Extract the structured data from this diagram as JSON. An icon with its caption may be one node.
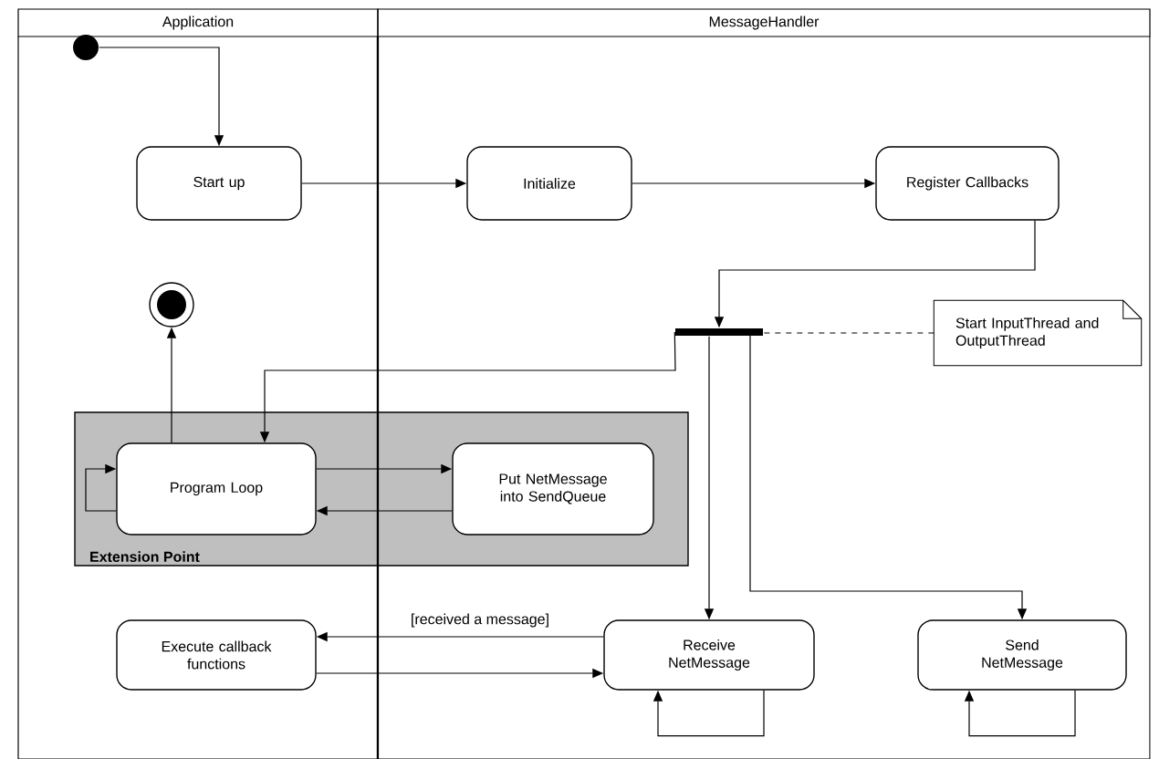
{
  "diagram": {
    "nodes": [
      {
        "text": [
          "Application"
        ]
      },
      {
        "text": [
          "MessageHandler"
        ]
      },
      {
        "text": [],
        "shape": "circle"
      },
      {
        "text": [
          "Start up"
        ]
      },
      {
        "text": [
          "Initialize"
        ]
      },
      {
        "text": [
          "Register Callbacks"
        ]
      },
      {
        "text": [],
        "shape": "circle"
      },
      {
        "text": [],
        "shape": "bar"
      },
      {
        "text": [
          "Start InputThread and OutputThread"
        ]
      },
      {
        "text": [
          "Extension Point"
        ]
      },
      {
        "text": [
          "Program Loop"
        ],
        "in": 9
      },
      {
        "text": [
          "Put NetMessage into SendQueue"
        ],
        "in": 9
      },
      {
        "text": [
          "Execute callback functions"
        ]
      },
      {
        "text": [
          "Receive NetMessage"
        ]
      },
      {
        "text": [
          "Send NetMessage"
        ]
      }
    ],
    "edges": [
      {
        "from": 2,
        "to": 3,
        "arrow": "to"
      },
      {
        "from": 3,
        "to": 4,
        "arrow": "to"
      },
      {
        "from": 4,
        "to": 5,
        "arrow": "to"
      },
      {
        "from": 5,
        "to": 7,
        "arrow": "to"
      },
      {
        "from": 7,
        "to": 10,
        "arrow": "to"
      },
      {
        "from": 7,
        "to": 13,
        "arrow": "to"
      },
      {
        "from": 7,
        "to": 14,
        "arrow": "to"
      },
      {
        "from": 8,
        "to": 7,
        "arrow": "none",
        "style": "dashed"
      },
      {
        "from": 10,
        "to": 10,
        "arrow": "to"
      },
      {
        "from": 10,
        "to": 11,
        "arrow": "to"
      },
      {
        "from": 11,
        "to": 10,
        "arrow": "to"
      },
      {
        "from": 10,
        "to": 6,
        "arrow": "to"
      },
      {
        "from": 13,
        "to": 12,
        "arrow": "to",
        "label": "[received a message]"
      },
      {
        "from": 12,
        "to": 13,
        "arrow": "to"
      },
      {
        "from": 13,
        "to": 13,
        "arrow": "to"
      },
      {
        "from": 14,
        "to": 14,
        "arrow": "to"
      }
    ]
  }
}
